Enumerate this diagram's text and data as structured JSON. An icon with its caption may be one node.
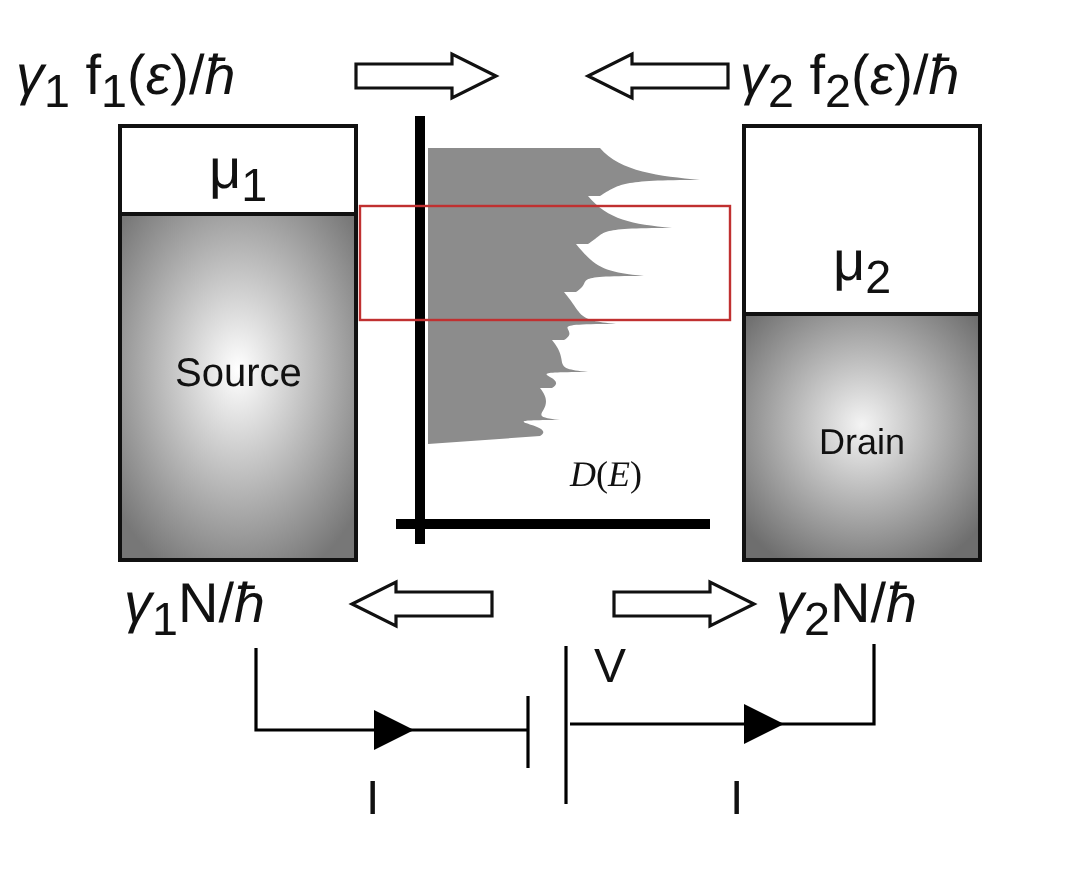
{
  "diagram": {
    "nodes": [
      {
        "text": [
          "μ$_{1}$"
        ]
      },
      {
        "text": [
          "Source"
        ]
      },
      {
        "text": [
          "μ$_{2}$"
        ]
      },
      {
        "text": [
          "Drain"
        ]
      }
    ],
    "labels": [
      "*γ*$_{1}$ f$_{1}$(*ε*)/*ħ*",
      "*γ*$_{2}$ f$_{2}$(*ε*)/*ħ*",
      "*D*(*E*)",
      "*γ*$_{1}$N/*ħ*",
      "*γ*$_{2}$N/*ħ*",
      "V",
      "I",
      "I"
    ]
  }
}
